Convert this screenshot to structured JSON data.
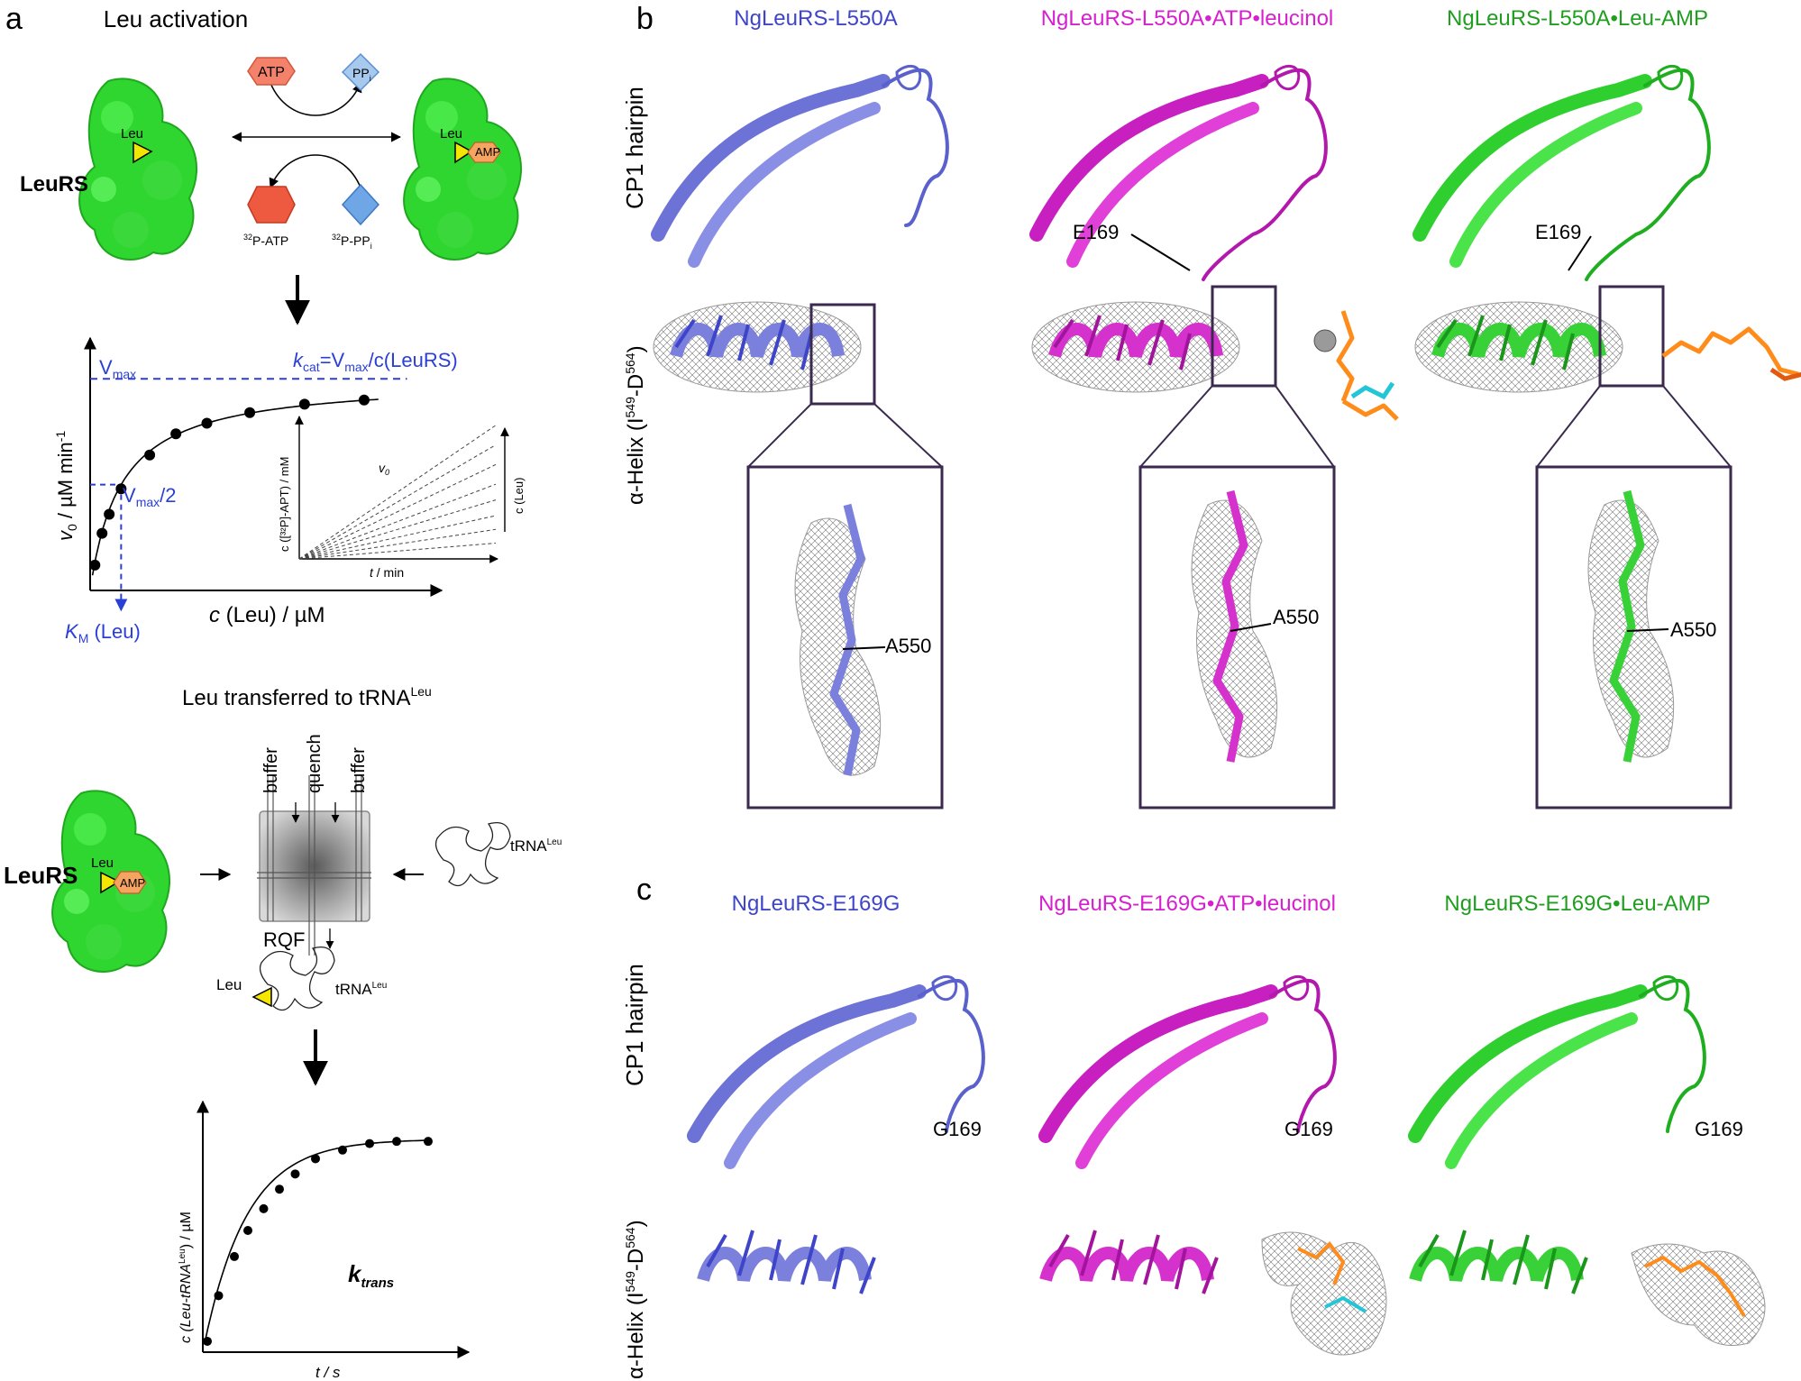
{
  "panels": {
    "a": "a",
    "b": "b",
    "c": "c"
  },
  "panel_a": {
    "title": "Leu activation",
    "enzyme_label": "LeuRS",
    "leu": "Leu",
    "amp": "AMP",
    "atp": "ATP",
    "ppi": "PP",
    "ppi_sub": "i",
    "p32_atp_sup": "32",
    "p32_atp_text": "P-ATP",
    "p32_ppi_sup": "32",
    "p32_ppi_text": "P-PP",
    "p32_ppi_sub": "i",
    "transfer_title": "Leu transferred to tRNA",
    "transfer_title_sup": "Leu",
    "rqf": "RQF",
    "buffer1": "buffer",
    "quench": "quench",
    "buffer2": "buffer",
    "trna": "tRNA",
    "trna_sup": "Leu",
    "k_trans": "k",
    "k_trans_sub": "trans"
  },
  "plot_mm": {
    "vmax": "V",
    "vmax_sub": "max",
    "vmax_half": "V",
    "vmax_half_sub": "max",
    "vmax_half_tail": "/2",
    "kcat_k": "k",
    "kcat_sub": "cat",
    "kcat_eq": "=V",
    "kcat_sub2": "max",
    "kcat_tail": "/c(LeuRS)",
    "km_k": "K",
    "km_sub": "M",
    "km_tail": " (Leu)",
    "ylabel": "v",
    "ylabel_sub": "0",
    "ylabel_tail": " / µM min",
    "ylabel_sup": "-1",
    "xlabel_c": "c",
    "xlabel_tail": " (Leu) / µM",
    "inset_ylabel": "c ([³²P]-APT) / mM",
    "inset_xlabel_t": "t",
    "inset_xlabel_tail": " / min",
    "inset_v0": "v",
    "inset_v0_sub": "0",
    "inset_cleu": "c (Leu)"
  },
  "plot_trans": {
    "ylabel": "c (Leu-tRNA",
    "ylabel_sup": "Leu",
    "ylabel_tail": ") / µM",
    "xlabel": "t / s"
  },
  "panel_b": {
    "col1": "NgLeuRS-L550A",
    "col2": "NgLeuRS-L550A•ATP•leucinol",
    "col3": "NgLeuRS-L550A•Leu-AMP",
    "row1": "CP1 hairpin",
    "row2_pre": "α-Helix (I",
    "row2_sup1": "549",
    "row2_mid": "-D",
    "row2_sup2": "564",
    "row2_post": ")",
    "e169": "E169",
    "a550": "A550"
  },
  "panel_c": {
    "col1": "NgLeuRS-E169G",
    "col2": "NgLeuRS-E169G•ATP•leucinol",
    "col3": "NgLeuRS-E169G•Leu-AMP",
    "row1": "CP1 hairpin",
    "g169": "G169"
  },
  "chart_data": [
    {
      "type": "scatter",
      "title": "",
      "xlabel": "c (Leu) / µM",
      "ylabel": "v0 / µM min-1",
      "x": [
        0.2,
        0.5,
        0.8,
        1.3,
        2.5,
        3.6,
        4.9,
        6.7,
        9.0,
        11.5
      ],
      "y": [
        0.12,
        0.27,
        0.36,
        0.48,
        0.64,
        0.74,
        0.79,
        0.84,
        0.88,
        0.9
      ],
      "fit": {
        "model": "Michaelis-Menten",
        "vmax": 1.0,
        "km": 1.3
      },
      "xlim": [
        0,
        14
      ],
      "ylim": [
        0,
        1.15
      ]
    },
    {
      "type": "scatter",
      "title": "",
      "xlabel": "t / s",
      "ylabel": "c (Leu-tRNALeu) / µM",
      "x": [
        0.1,
        0.35,
        0.7,
        1.0,
        1.35,
        1.7,
        2.05,
        2.5,
        3.1,
        3.7,
        4.3,
        5.0
      ],
      "y": [
        0.05,
        0.26,
        0.44,
        0.56,
        0.66,
        0.75,
        0.82,
        0.89,
        0.93,
        0.96,
        0.97,
        0.97
      ],
      "xlim": [
        0,
        5.6
      ],
      "ylim": [
        0,
        1.12
      ]
    }
  ]
}
